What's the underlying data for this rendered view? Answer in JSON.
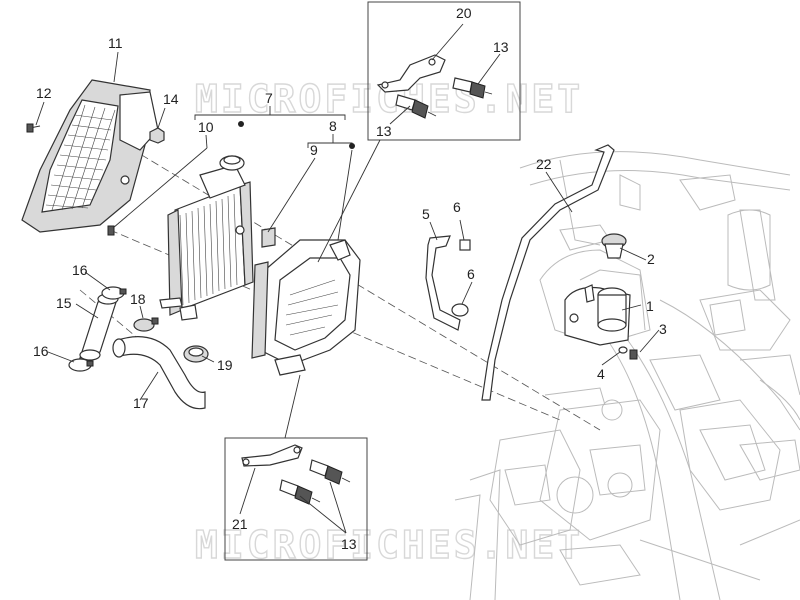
{
  "watermark": "MICROFICHES.NET",
  "callouts": [
    "1",
    "2",
    "3",
    "4",
    "5",
    "6",
    "6",
    "7",
    "8",
    "9",
    "10",
    "11",
    "12",
    "13",
    "13",
    "13",
    "14",
    "15",
    "16",
    "16",
    "17",
    "18",
    "19",
    "20",
    "21",
    "22"
  ]
}
